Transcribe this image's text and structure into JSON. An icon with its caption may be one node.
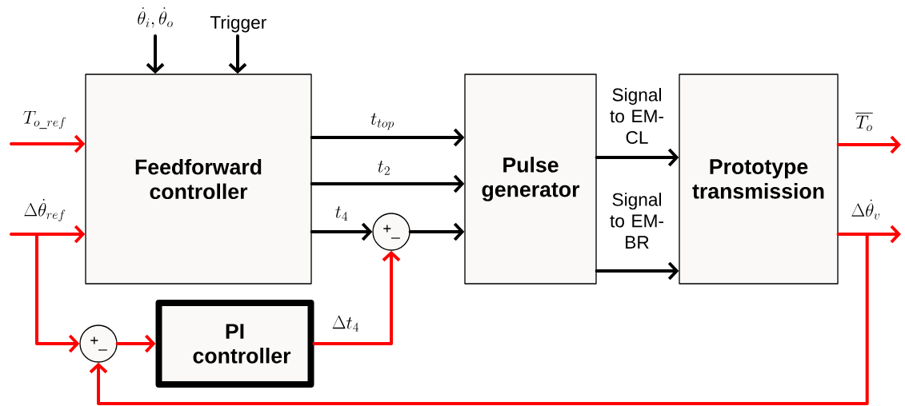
{
  "diagram": {
    "nodes": [
      {
        "text": [
          "Feedforward controller"
        ]
      },
      {
        "text": [
          "Pulse generator"
        ]
      },
      {
        "text": [
          "Prototype transmission"
        ]
      },
      {
        "text": [
          "PI controller"
        ]
      },
      {
        "text": [
          "+",
          "_"
        ]
      },
      {
        "text": [
          "+",
          "_"
        ]
      }
    ],
    "edges": [
      {
        "from": null,
        "to": 0,
        "arrow": "to",
        "label": "\\dot{\\theta}_i, \\dot{\\theta}_o"
      },
      {
        "from": null,
        "to": 0,
        "arrow": "to",
        "label": "Trigger"
      },
      {
        "from": null,
        "to": 0,
        "arrow": "to",
        "label": "T_{o\\_ref}",
        "color": "#ff0000"
      },
      {
        "from": null,
        "to": 0,
        "arrow": "to",
        "label": "\\Delta\\dot{\\theta}_{ref}",
        "color": "#ff0000"
      },
      {
        "from": 0,
        "to": 1,
        "arrow": "to",
        "label": "t_{top}"
      },
      {
        "from": 0,
        "to": 1,
        "arrow": "to",
        "label": "t_2"
      },
      {
        "from": 0,
        "to": 4,
        "arrow": "to",
        "label": "t_4"
      },
      {
        "from": 4,
        "to": 1,
        "arrow": "to"
      },
      {
        "from": 1,
        "to": 2,
        "arrow": "to",
        "label": "Signal to EM-CL"
      },
      {
        "from": 1,
        "to": 2,
        "arrow": "to",
        "label": "Signal to EM-BR"
      },
      {
        "from": 2,
        "to": null,
        "arrow": "to",
        "label": "\\overline{T_o}",
        "color": "#ff0000"
      },
      {
        "from": 2,
        "to": null,
        "arrow": "to",
        "label": "\\Delta\\dot{\\theta}_v",
        "color": "#ff0000"
      },
      {
        "from": null,
        "to": 5,
        "arrow": "to",
        "color": "#ff0000"
      },
      {
        "from": 5,
        "to": 3,
        "arrow": "to",
        "color": "#ff0000"
      },
      {
        "from": 3,
        "to": 4,
        "arrow": "to",
        "label": "\\Delta t_4",
        "color": "#ff0000"
      },
      {
        "from": 2,
        "to": 5,
        "arrow": "to",
        "color": "#ff0000"
      }
    ]
  }
}
